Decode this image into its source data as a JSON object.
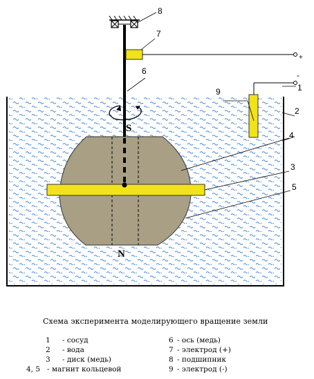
{
  "title": "Схема эксперимента моделирующего вращение земли",
  "labels": {
    "n1": "1",
    "n2": "2",
    "n3": "3",
    "n4": "4",
    "n5": "5",
    "n6": "6",
    "n7": "7",
    "n8": "8",
    "n9": "9",
    "pole_s": "S",
    "pole_n": "N",
    "plus": "+",
    "minus": "-"
  },
  "legend_left": [
    {
      "num": "1",
      "text": "- сосуд"
    },
    {
      "num": "2",
      "text": "- вода"
    },
    {
      "num": "3",
      "text": "- диск (медь)"
    },
    {
      "num": "4, 5",
      "text": "- магнит кольцевой"
    }
  ],
  "legend_right": [
    {
      "num": "6",
      "text": "- ось (медь)"
    },
    {
      "num": "7",
      "text": "- электрод (+)"
    },
    {
      "num": "8",
      "text": "- подшипник"
    },
    {
      "num": "9",
      "text": "- электрод (-)"
    }
  ],
  "colors": {
    "water": "#3a7fd5",
    "magnet": "#a89f85",
    "copper_disk": "#f2e21a",
    "outline": "#000000"
  }
}
